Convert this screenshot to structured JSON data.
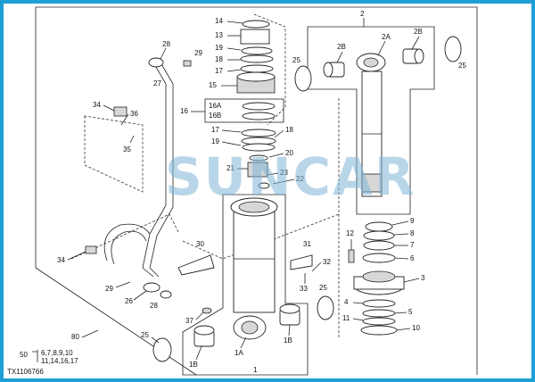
{
  "watermark": "SUNCAR",
  "figure_code": "TX1106766",
  "callouts": {
    "c1": "1",
    "c1A": "1A",
    "c1B_left": "1B",
    "c1B_right": "1B",
    "c2": "2",
    "c2A": "2A",
    "c2B_left": "2B",
    "c2B_right": "2B",
    "c3": "3",
    "c4": "4",
    "c5": "5",
    "c6": "6",
    "c7": "7",
    "c8": "8",
    "c9": "9",
    "c10": "10",
    "c11": "11",
    "c12": "12",
    "c13": "13",
    "c14": "14",
    "c15": "15",
    "c16": "16",
    "c16A": "16A",
    "c16B": "16B",
    "c17_top": "17",
    "c17_mid": "17",
    "c18_top": "18",
    "c18_mid": "18",
    "c19_top": "19",
    "c19_mid": "19",
    "c20": "20",
    "c21": "21",
    "c22": "22",
    "c23": "23",
    "c25_top": "25",
    "c25_right": "25",
    "c25_mid": "25",
    "c25_bottom": "25",
    "c26": "26",
    "c27": "27",
    "c28_top": "28",
    "c28_bottom": "28",
    "c29_top": "29",
    "c29_bottom": "29",
    "c30": "30",
    "c31": "31",
    "c32": "32",
    "c33": "33",
    "c34_top": "34",
    "c34_left": "34",
    "c35": "35",
    "c36": "36",
    "c37": "37",
    "c50": "50",
    "c80": "80"
  },
  "kit_50": {
    "line1": "6,7,8,9,10",
    "line2": "11,14,16,17"
  }
}
